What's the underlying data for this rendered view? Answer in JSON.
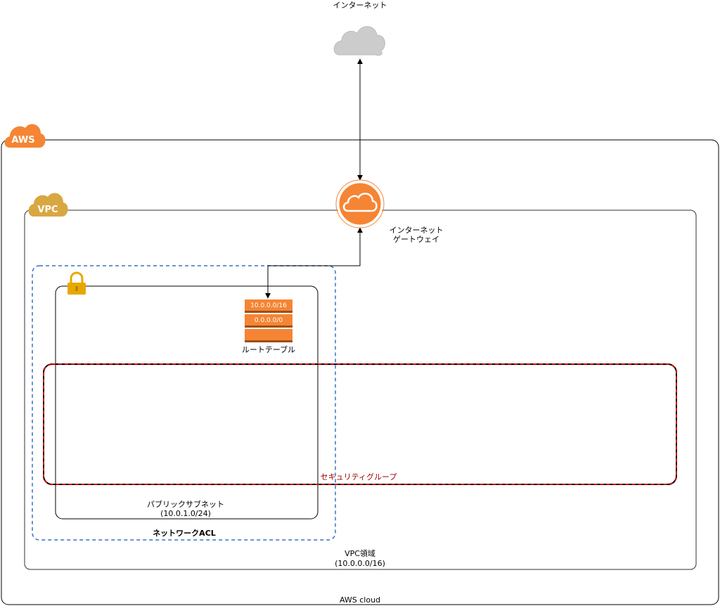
{
  "internet": {
    "label": "インターネット"
  },
  "aws": {
    "badge": "AWS",
    "label": "AWS cloud"
  },
  "vpc": {
    "badge": "VPC",
    "label": "VPC領域",
    "cidr": "(10.0.0.0/16)"
  },
  "igw": {
    "line1": "インターネット",
    "line2": "ゲートウェイ"
  },
  "network_acl": {
    "label": "ネットワークACL"
  },
  "subnet": {
    "label": "パブリックサブネット",
    "cidr": "(10.0.1.0/24)"
  },
  "route_table": {
    "label": "ルートテーブル",
    "rows": [
      "10.0.0.0/16",
      "0.0.0.0/0",
      ""
    ]
  },
  "security_group": {
    "label": "セキュリティグループ"
  },
  "colors": {
    "aws_orange": "#F58534",
    "vpc_gold": "#D9A741",
    "acl_blue": "#3574C4",
    "sg_red": "#CC0000",
    "cloud_gray": "#CCCCCC",
    "lock_gold": "#E6A800"
  },
  "icons": {
    "internet": "cloud-icon",
    "igw": "internet-gateway-icon",
    "subnet": "lock-icon",
    "route_table": "route-table-icon"
  }
}
